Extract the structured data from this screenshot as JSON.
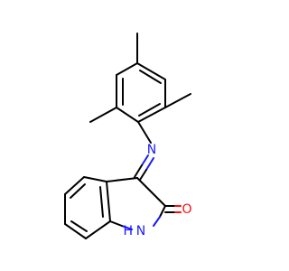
{
  "molecule": {
    "atoms": [
      {
        "id": "N_imine",
        "label": "N",
        "color": "#1a1aff"
      },
      {
        "id": "O_carbonyl",
        "label": "O",
        "color": "#ff0d0d"
      },
      {
        "id": "N_amide",
        "label": "N",
        "color": "#1a1aff"
      },
      {
        "id": "H_amide",
        "label": "H",
        "color": "#1a1aff"
      }
    ],
    "bond_color": "#000000"
  }
}
